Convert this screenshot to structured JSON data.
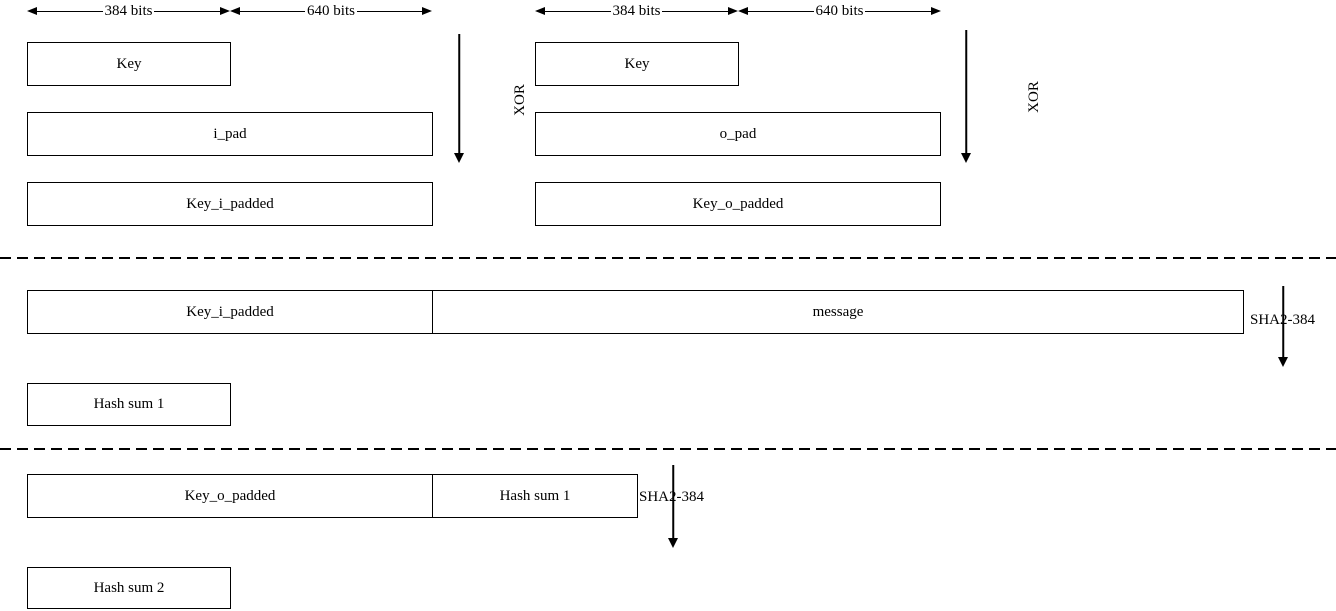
{
  "colors": {
    "ink": "#000000",
    "paper": "#ffffff"
  },
  "measures": {
    "key_bits": "384 bits",
    "pad_bits": "640 bits"
  },
  "operators": {
    "xor": "XOR"
  },
  "key_prep_inner": {
    "key": "Key",
    "pad": "i_pad",
    "result": "Key_i_padded"
  },
  "key_prep_outer": {
    "key": "Key",
    "pad": "o_pad",
    "result": "Key_o_padded"
  },
  "inner_hash": {
    "key_block": "Key_i_padded",
    "data_block": "message",
    "hash_fn": "SHA2-384",
    "result": "Hash sum 1"
  },
  "outer_hash": {
    "key_block": "Key_o_padded",
    "data_block": "Hash sum 1",
    "hash_fn": "SHA2-384",
    "result": "Hash sum 2"
  }
}
